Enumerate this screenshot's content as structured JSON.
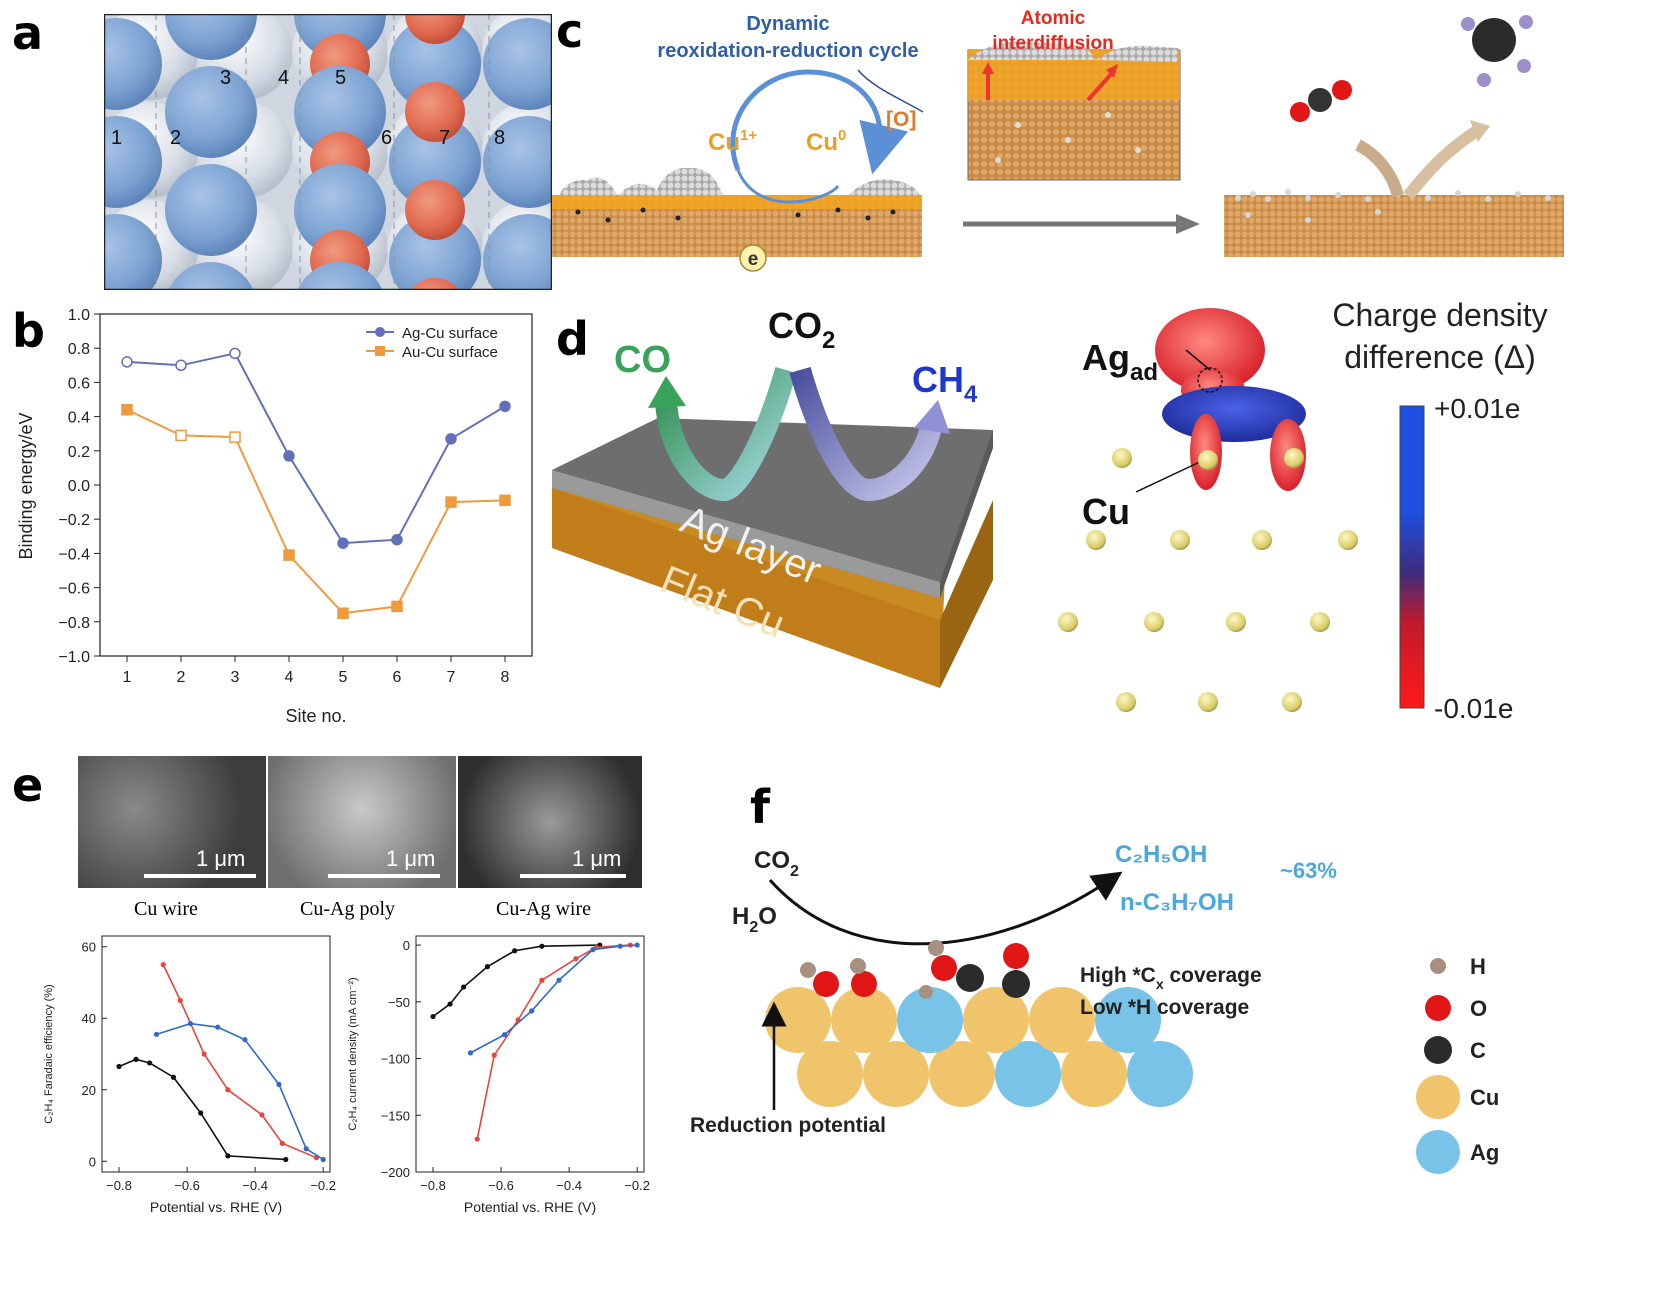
{
  "panels": {
    "a": {
      "letter": "a",
      "sites": [
        "1",
        "2",
        "3",
        "4",
        "5",
        "6",
        "7",
        "8"
      ]
    },
    "b": {
      "letter": "b"
    },
    "c": {
      "letter": "c",
      "cycle_title_1": "Dynamic",
      "cycle_title_2": "reoxidation-reduction cycle",
      "cu1": "Cu",
      "cu1_sup": "1+",
      "cu0": "Cu",
      "cu0_sup": "0",
      "oxygen": "[O]",
      "electron": "e",
      "interdiff_1": "Atomic",
      "interdiff_2": "interdiffusion"
    },
    "d": {
      "letter": "d",
      "co": "CO",
      "co2": "CO",
      "co2_sub": "2",
      "ch4": "CH",
      "ch4_sub": "4",
      "ag_layer": "Ag layer",
      "flat_cu": "Flat Cu",
      "ag_ad": "Ag",
      "ag_ad_sub": "ad",
      "cu": "Cu",
      "cd_title_1": "Charge density",
      "cd_title_2": "difference (Δ)",
      "cd_max": "+0.01e",
      "cd_min": "-0.01e"
    },
    "e": {
      "letter": "e",
      "scale": "1 μm",
      "images": [
        "Cu wire",
        "Cu-Ag poly",
        "Cu-Ag wire"
      ]
    },
    "f": {
      "letter": "f",
      "co2": "CO",
      "co2_sub": "2",
      "h2o_a": "H",
      "h2o_sub": "2",
      "h2o_b": "O",
      "prod1": "C₂H₅OH",
      "prod2": "n-C₃H₇OH",
      "yield": "~63%",
      "high": "High  *C",
      "high_sub": "x",
      "high_end": " coverage",
      "low": "Low *H coverage",
      "reduction": "Reduction potential",
      "legend": [
        "H",
        "O",
        "C",
        "Cu",
        "Ag"
      ]
    }
  },
  "colors": {
    "ag_blue": "#6f97cc",
    "au_orange": "#e89a3c",
    "ev_blue": "#6170b8",
    "ev_orange": "#ef9a3e",
    "black": "#111111",
    "red": "#e8453c",
    "blue": "#2f6bc5",
    "cu_yellow": "#f0c46b",
    "ag_lightblue": "#79c3e8"
  },
  "chart_data": [
    {
      "type": "line",
      "panel": "b",
      "xlabel": "Site no.",
      "ylabel": "Binding energy/eV",
      "x": [
        1,
        2,
        3,
        4,
        5,
        6,
        7,
        8
      ],
      "xlim": [
        0.5,
        8.5
      ],
      "ylim": [
        -1.0,
        1.0
      ],
      "yticks": [
        "1.0",
        "0.8",
        "0.6",
        "0.4",
        "0.2",
        "0.0",
        "−0.2",
        "−0.4",
        "−0.6",
        "−0.8",
        "−1.0"
      ],
      "xticks": [
        "1",
        "2",
        "3",
        "4",
        "5",
        "6",
        "7",
        "8"
      ],
      "legend_position": "top-right",
      "series": [
        {
          "name": "Ag-Cu surface",
          "values": [
            0.72,
            0.7,
            0.77,
            0.17,
            -0.34,
            -0.32,
            0.27,
            0.46
          ],
          "hollow": [
            true,
            true,
            true,
            false,
            false,
            false,
            false,
            false
          ]
        },
        {
          "name": "Au-Cu surface",
          "values": [
            0.44,
            0.29,
            0.28,
            -0.41,
            -0.75,
            -0.71,
            -0.1,
            -0.09
          ],
          "hollow": [
            false,
            true,
            true,
            false,
            false,
            false,
            false,
            false
          ]
        }
      ]
    },
    {
      "type": "line",
      "panel": "e-left",
      "xlabel": "Potential vs. RHE (V)",
      "ylabel": "C₂H₄ Faradaic efficiency (%)",
      "xlim": [
        -0.85,
        -0.18
      ],
      "ylim": [
        -3,
        63
      ],
      "xticks": [
        "−0.8",
        "−0.6",
        "−0.4",
        "−0.2"
      ],
      "yticks": [
        "0",
        "20",
        "40",
        "60"
      ],
      "series": [
        {
          "color": "black",
          "x": [
            -0.8,
            -0.75,
            -0.71,
            -0.64,
            -0.56,
            -0.48,
            -0.31
          ],
          "y": [
            26.5,
            28.5,
            27.5,
            23.5,
            13.5,
            1.5,
            0.5
          ]
        },
        {
          "color": "red",
          "x": [
            -0.67,
            -0.62,
            -0.55,
            -0.48,
            -0.38,
            -0.32,
            -0.22
          ],
          "y": [
            55,
            45,
            30,
            20,
            13,
            5,
            1
          ]
        },
        {
          "color": "blue",
          "x": [
            -0.69,
            -0.59,
            -0.51,
            -0.43,
            -0.33,
            -0.25,
            -0.2
          ],
          "y": [
            35.5,
            38.5,
            37.5,
            34,
            21.5,
            3.5,
            0.5
          ]
        }
      ]
    },
    {
      "type": "line",
      "panel": "e-right",
      "xlabel": "Potential vs. RHE (V)",
      "ylabel": "C₂H₄ current density (mA cm⁻²)",
      "xlim": [
        -0.85,
        -0.18
      ],
      "ylim": [
        -200,
        8
      ],
      "xticks": [
        "−0.8",
        "−0.6",
        "−0.4",
        "−0.2"
      ],
      "yticks": [
        "0",
        "−50",
        "−100",
        "−150",
        "−200"
      ],
      "series": [
        {
          "color": "black",
          "x": [
            -0.8,
            -0.75,
            -0.71,
            -0.64,
            -0.56,
            -0.48,
            -0.31
          ],
          "y": [
            -63,
            -52,
            -37,
            -19,
            -5,
            -1,
            0
          ]
        },
        {
          "color": "red",
          "x": [
            -0.67,
            -0.62,
            -0.55,
            -0.48,
            -0.38,
            -0.32,
            -0.22
          ],
          "y": [
            -171,
            -97,
            -66,
            -31,
            -12,
            -2,
            0
          ]
        },
        {
          "color": "blue",
          "x": [
            -0.69,
            -0.59,
            -0.51,
            -0.43,
            -0.33,
            -0.25,
            -0.2
          ],
          "y": [
            -95,
            -79,
            -58,
            -31,
            -4,
            -1,
            0
          ]
        }
      ]
    }
  ]
}
